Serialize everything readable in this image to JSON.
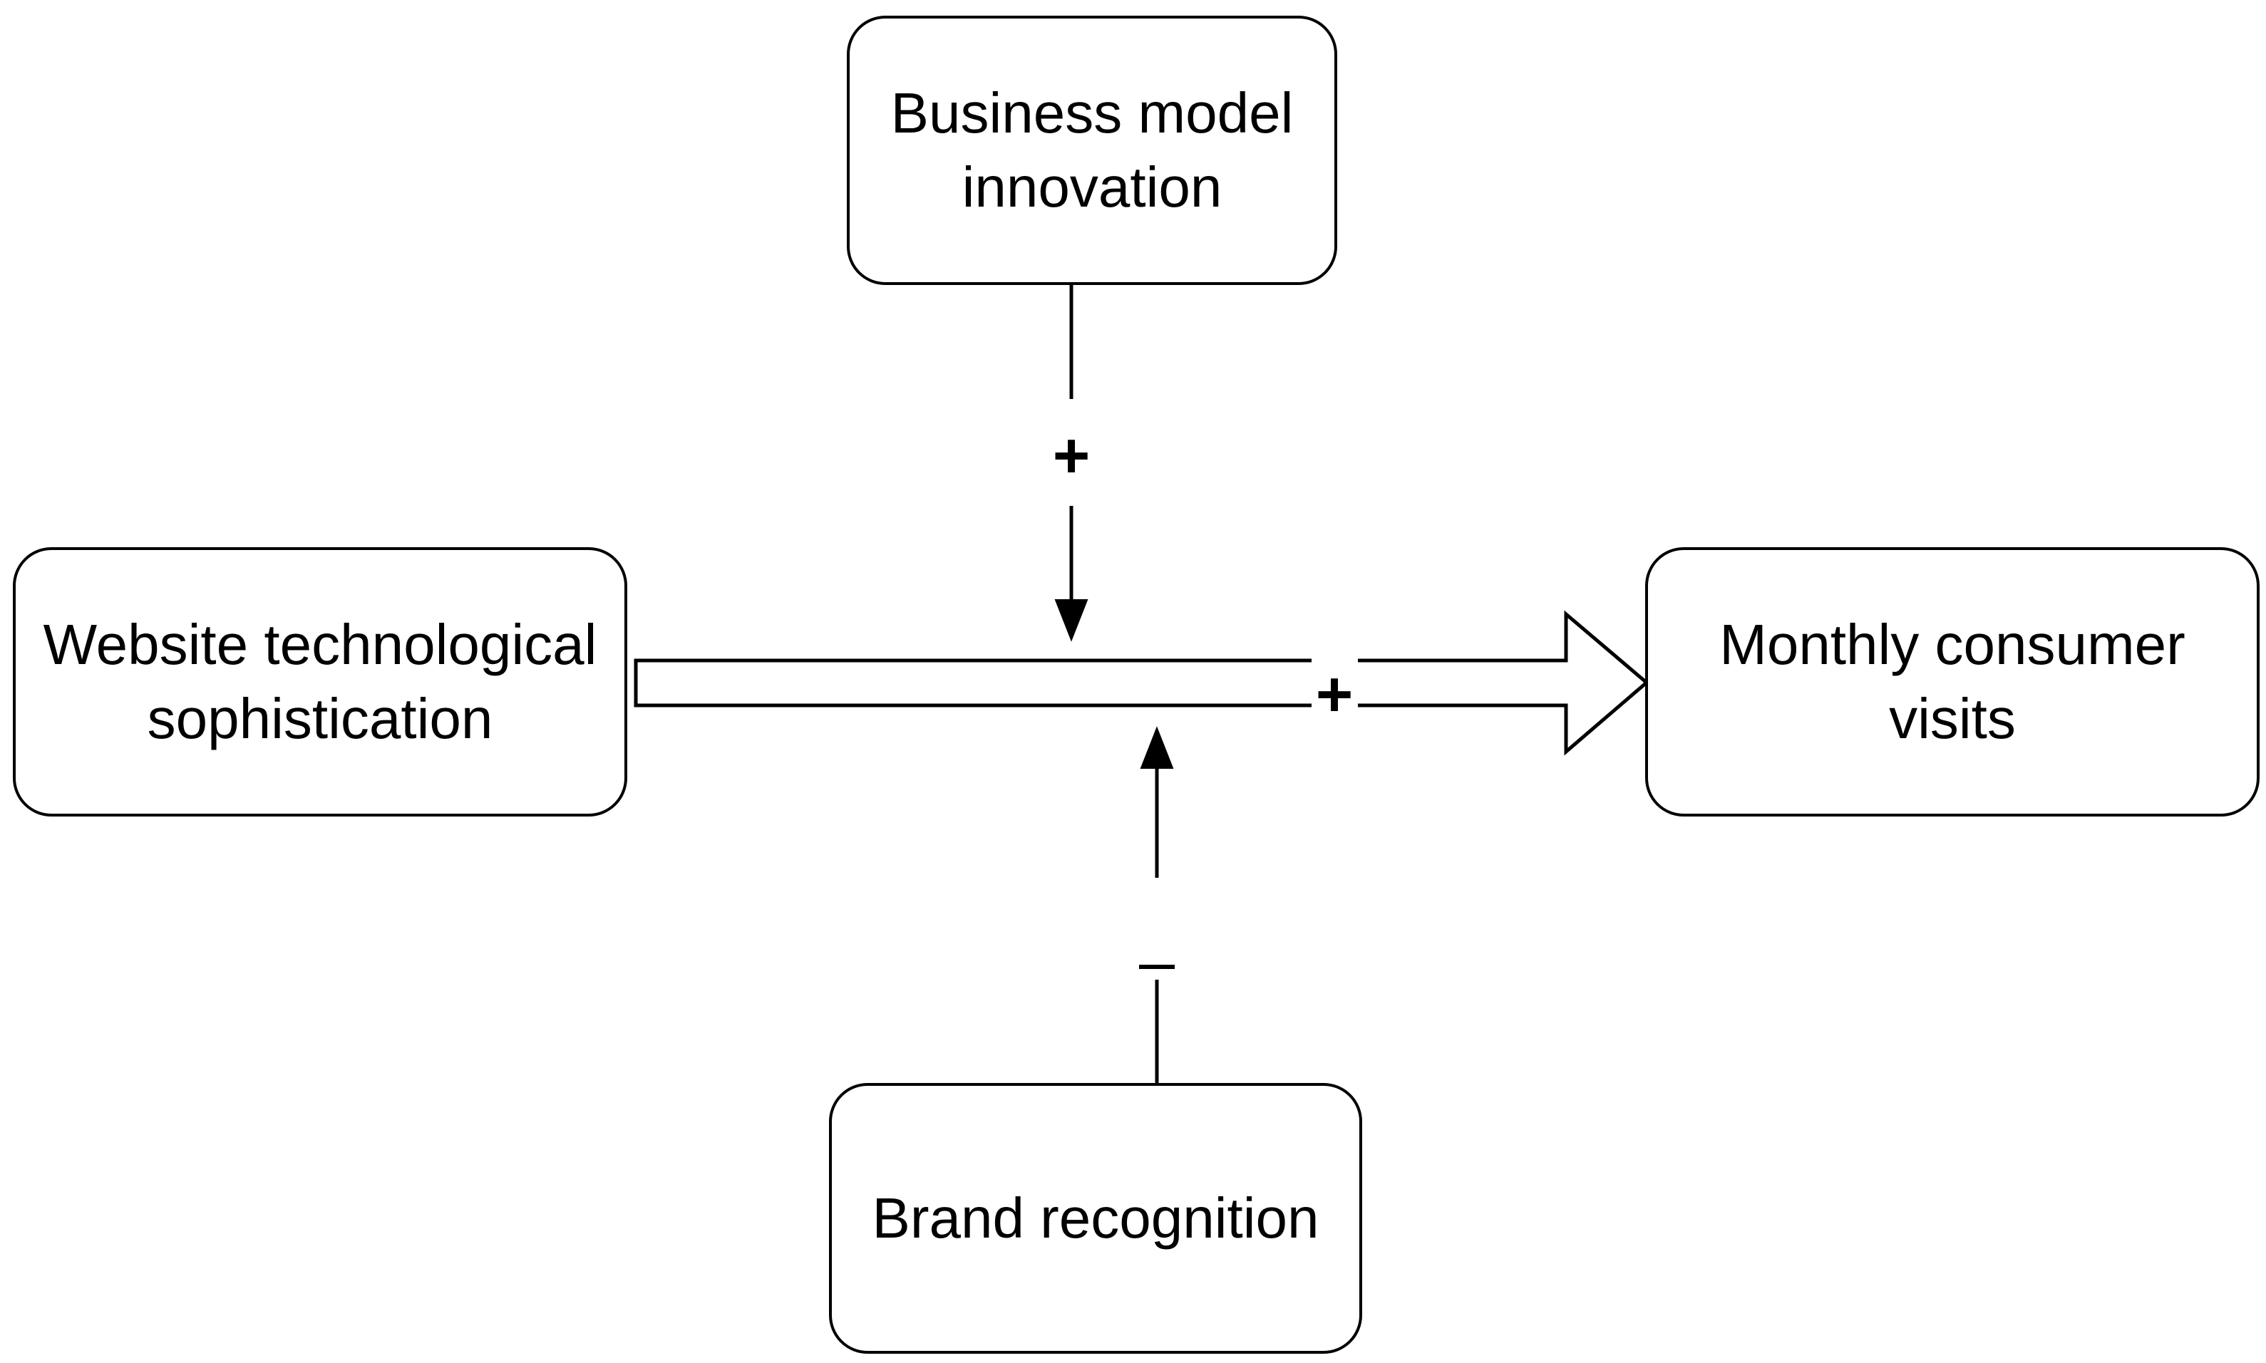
{
  "nodes": {
    "business_model_innovation": {
      "line1": "Business model",
      "line2": "innovation"
    },
    "website_technological_sophistication": {
      "line1": "Website technological",
      "line2": "sophistication"
    },
    "monthly_consumer_visits": {
      "line1": "Monthly consumer",
      "line2": "visits"
    },
    "brand_recognition": {
      "line1": "Brand recognition"
    }
  },
  "signs": {
    "top_moderator": "+",
    "main_effect": "+",
    "bottom_moderator": "–"
  },
  "colors": {
    "stroke": "#000000",
    "background": "#ffffff"
  }
}
